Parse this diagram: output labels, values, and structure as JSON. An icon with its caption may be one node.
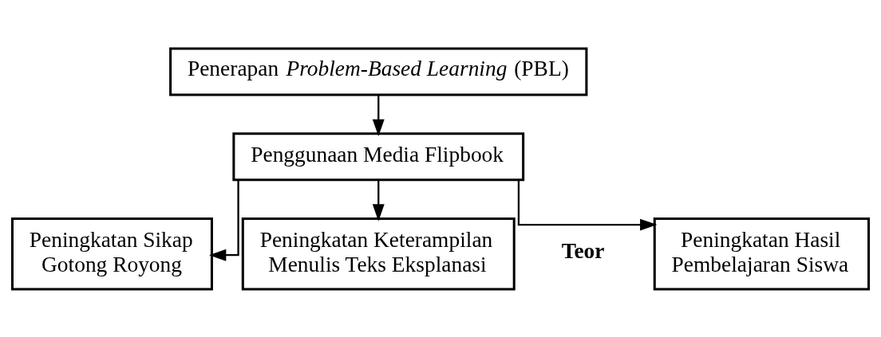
{
  "diagram": {
    "nodes": [
      {
        "text": [
          "Penerapan *Problem-Based Learning* (PBL)"
        ]
      },
      {
        "text": [
          "Penggunaan Media Flipbook"
        ]
      },
      {
        "text": [
          "Peningkatan Sikap Gotong Royong"
        ]
      },
      {
        "text": [
          "Peningkatan Keterampilan Menulis Teks Eksplanasi"
        ]
      },
      {
        "text": [
          "Peningkatan Hasil Pembelajaran Siswa"
        ]
      }
    ],
    "edges": [
      {
        "from": 0,
        "to": 1,
        "arrow": "to"
      },
      {
        "from": 1,
        "to": 2,
        "arrow": "to"
      },
      {
        "from": 1,
        "to": 3,
        "arrow": "to"
      },
      {
        "from": 1,
        "to": 4,
        "arrow": "to"
      }
    ],
    "labels": [
      "Teor"
    ]
  }
}
